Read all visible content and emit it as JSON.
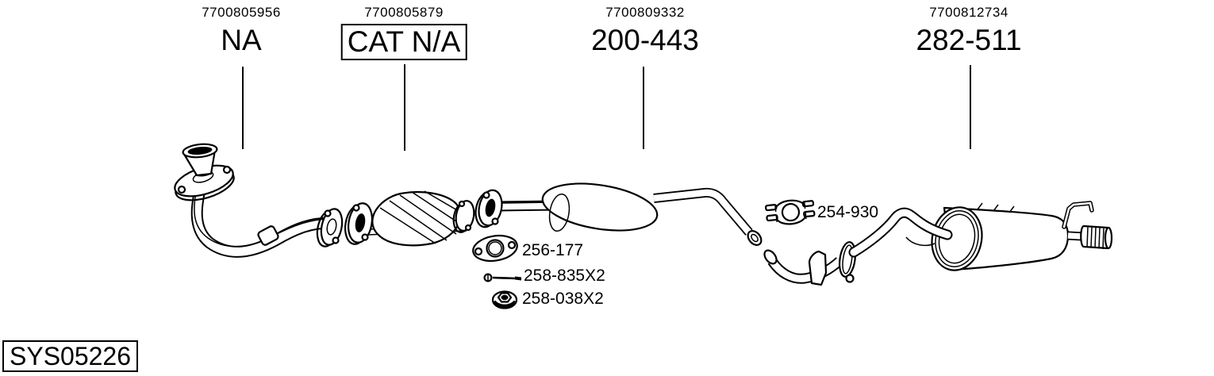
{
  "page": {
    "background": "#ffffff",
    "ink": "#000000"
  },
  "diagram": {
    "system_code": "SYS05226",
    "sections": [
      {
        "part_number": "7700805956",
        "code": "NA",
        "boxed": false,
        "component": "front-pipe"
      },
      {
        "part_number": "7700805879",
        "code": "CAT N/A",
        "boxed": true,
        "component": "catalytic-converter"
      },
      {
        "part_number": "7700809332",
        "code": "200-443",
        "boxed": false,
        "component": "centre-muffler"
      },
      {
        "part_number": "7700812734",
        "code": "282-511",
        "boxed": false,
        "component": "rear-muffler"
      }
    ],
    "callouts": [
      {
        "code": "254-930",
        "icon": "clamp-icon"
      },
      {
        "code": "256-177",
        "icon": "gasket-icon"
      },
      {
        "code": "258-835X2",
        "icon": "bolt-icon"
      },
      {
        "code": "258-038X2",
        "icon": "nut-icon"
      }
    ]
  }
}
